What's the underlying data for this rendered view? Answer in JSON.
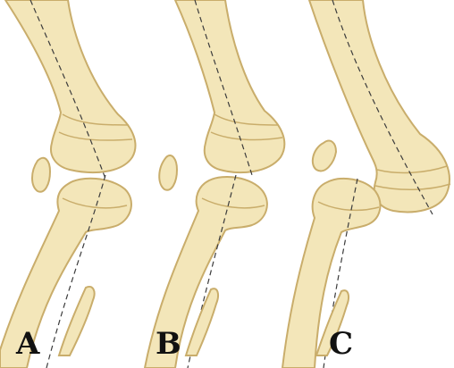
{
  "figure": {
    "panels": [
      {
        "label": "A"
      },
      {
        "label": "B"
      },
      {
        "label": "C"
      }
    ],
    "colors": {
      "bone_fill": "#f3e6b9",
      "bone_outline": "#c9ad6b",
      "bone_shadow": "#e2cc8e",
      "axis_line": "#3c3c3c",
      "label": "#111111",
      "background": "#ffffff"
    }
  }
}
